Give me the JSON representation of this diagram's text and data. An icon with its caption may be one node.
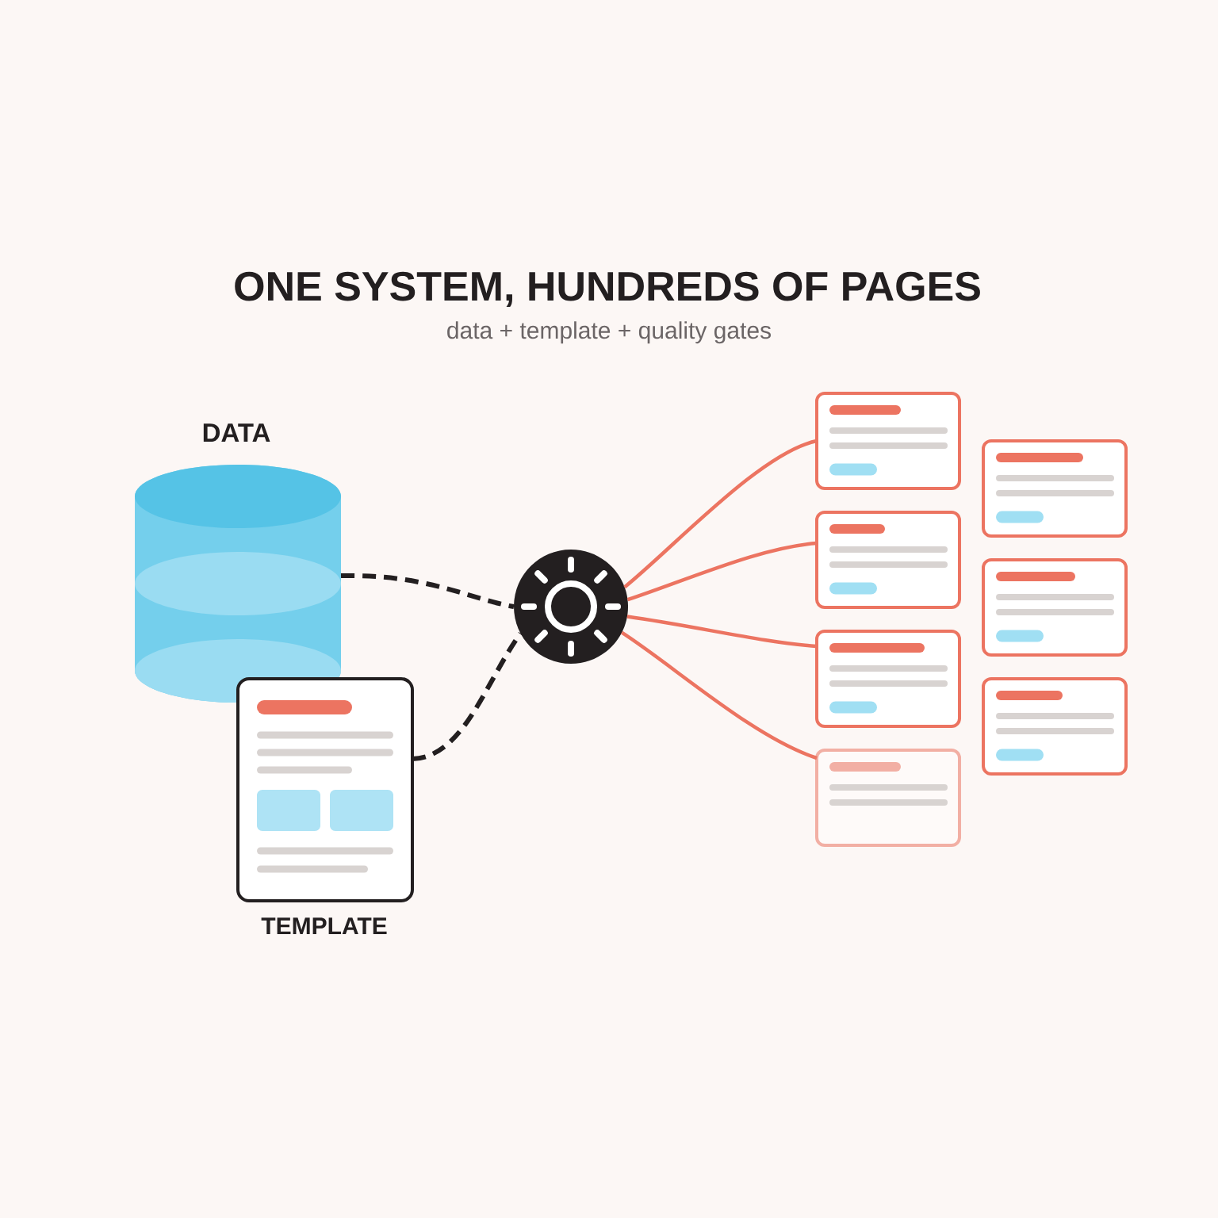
{
  "diagram": {
    "title": "ONE SYSTEM, HUNDREDS OF PAGES",
    "nodes": [
      {
        "text": [
          "DATA"
        ]
      },
      {
        "text": [
          "TEMPLATE"
        ]
      },
      {
        "text": [],
        "shape": "circle"
      },
      {
        "text": [],
        "shape": "box"
      },
      {
        "text": [],
        "shape": "box"
      },
      {
        "text": [],
        "shape": "box"
      },
      {
        "text": [],
        "shape": "box"
      },
      {
        "text": [],
        "shape": "box"
      },
      {
        "text": [],
        "shape": "box"
      },
      {
        "text": [],
        "shape": "box"
      }
    ],
    "edges": [
      {
        "from": 0,
        "to": 2,
        "arrow": "none",
        "style": "dashed",
        "color": "#231f20"
      },
      {
        "from": 1,
        "to": 2,
        "arrow": "none",
        "style": "dashed",
        "color": "#231f20"
      },
      {
        "from": 2,
        "to": 3,
        "arrow": "none"
      },
      {
        "from": 2,
        "to": 4,
        "arrow": "none"
      },
      {
        "from": 2,
        "to": 5,
        "arrow": "none"
      },
      {
        "from": 2,
        "to": 6,
        "arrow": "none"
      }
    ],
    "labels": [
      "data + template + quality gates"
    ]
  }
}
